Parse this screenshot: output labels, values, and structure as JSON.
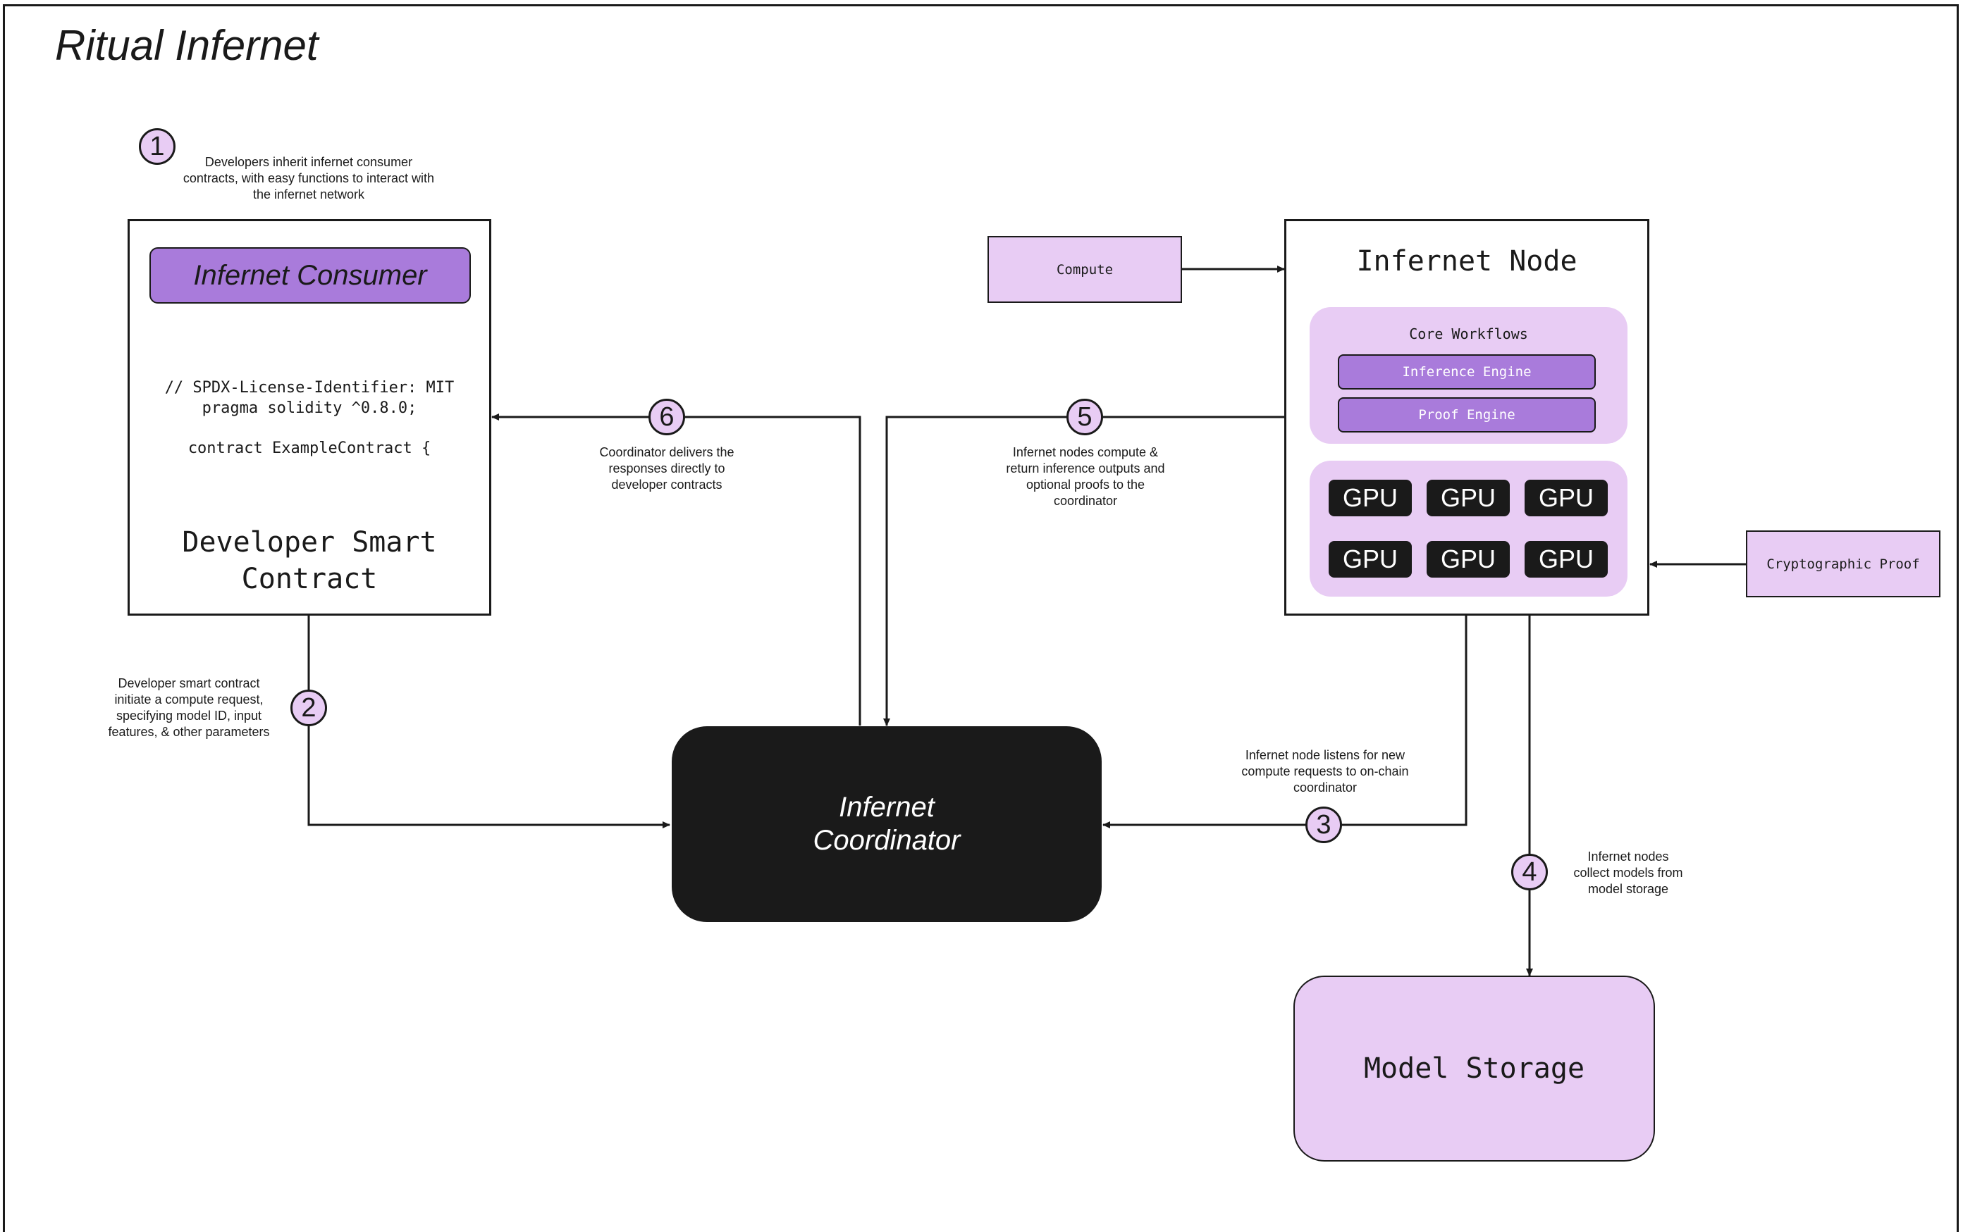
{
  "title": "Ritual Infernet",
  "colors": {
    "lavender": "#e8ccf4",
    "purple": "#a97bdb",
    "dark": "#1a1a1a",
    "white": "#ffffff"
  },
  "developer_contract": {
    "consumer_label": "Infernet Consumer",
    "code_line_1": "// SPDX-License-Identifier: MIT",
    "code_line_2": "pragma solidity ^0.8.0;",
    "code_line_3": "contract ExampleContract {",
    "title_line_1": "Developer Smart",
    "title_line_2": "Contract"
  },
  "coordinator": {
    "line_1": "Infernet",
    "line_2": "Coordinator"
  },
  "node": {
    "title": "Infernet Node",
    "core_workflows_label": "Core Workflows",
    "inference_engine_label": "Inference Engine",
    "proof_engine_label": "Proof Engine",
    "gpus": [
      "GPU",
      "GPU",
      "GPU",
      "GPU",
      "GPU",
      "GPU"
    ]
  },
  "compute_label": "Compute",
  "crypto_proof_label": "Cryptographic Proof",
  "model_storage_label": "Model Storage",
  "steps": [
    {
      "number": "1",
      "line_1": "Developers inherit infernet consumer",
      "line_2": "contracts, with easy functions to interact with",
      "line_3": "the infernet network",
      "line_4": ""
    },
    {
      "number": "2",
      "line_1": "Developer smart contract",
      "line_2": "initiate a compute request,",
      "line_3": "specifying model ID, input",
      "line_4": "features, & other parameters"
    },
    {
      "number": "3",
      "line_1": "Infernet node listens for new",
      "line_2": "compute requests to on-chain",
      "line_3": "coordinator",
      "line_4": ""
    },
    {
      "number": "4",
      "line_1": "Infernet nodes",
      "line_2": "collect models from",
      "line_3": "model storage",
      "line_4": ""
    },
    {
      "number": "5",
      "line_1": "Infernet nodes compute &",
      "line_2": "return inference outputs and",
      "line_3": "optional proofs to the",
      "line_4": "coordinator"
    },
    {
      "number": "6",
      "line_1": "Coordinator delivers the",
      "line_2": "responses directly to",
      "line_3": "developer contracts",
      "line_4": ""
    }
  ]
}
